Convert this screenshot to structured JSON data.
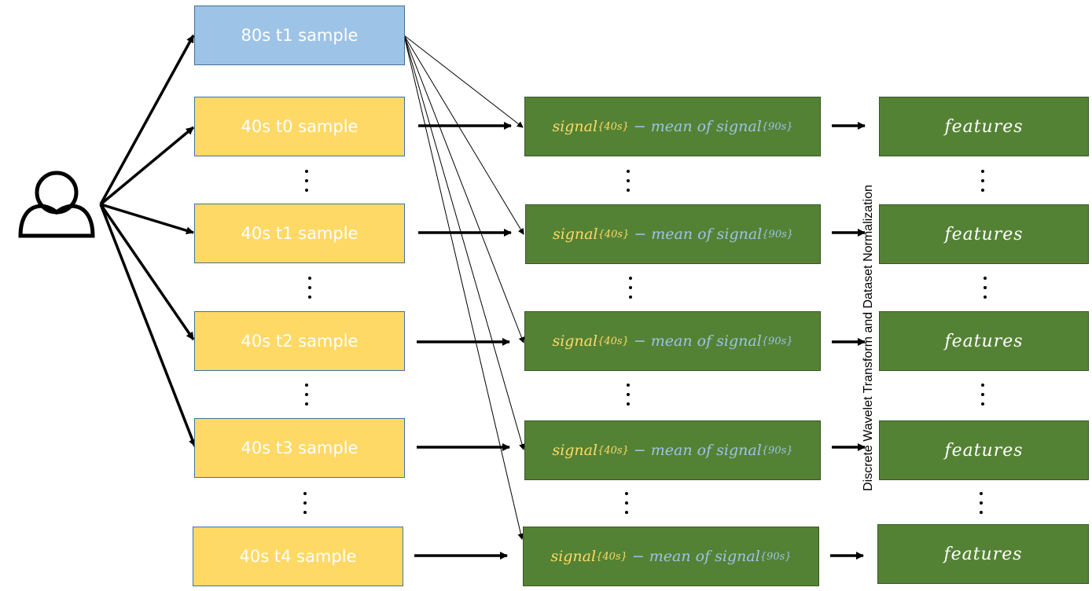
{
  "source_boxes": [
    {
      "label": "80s t1 sample"
    },
    {
      "label": "40s t0 sample"
    },
    {
      "label": "40s t1 sample"
    },
    {
      "label": "40s t2 sample"
    },
    {
      "label": "40s t3 sample"
    },
    {
      "label": "40s t4 sample"
    }
  ],
  "formula": {
    "signal": "signal",
    "sub_40": "{40s}",
    "minus": "−",
    "mean_of": "mean of signal",
    "sub_90": "{90s}"
  },
  "features_label": "features",
  "transform_label": "Discrete Wavelet Transform and Dataset Normalization",
  "icons": {
    "user": "user-icon"
  },
  "colors": {
    "blue_box": "#9DC3E6",
    "yellow_box": "#FFD966",
    "green_box": "#548235",
    "border": "#41719C"
  }
}
